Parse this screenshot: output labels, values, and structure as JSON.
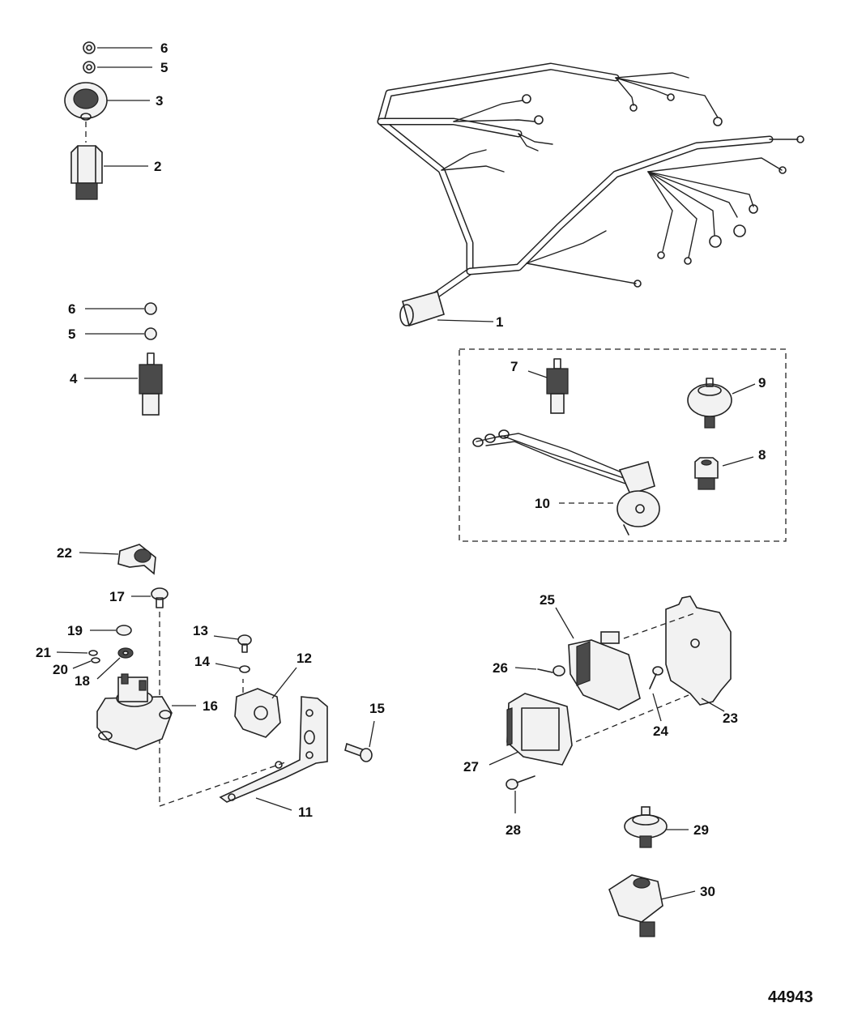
{
  "callouts": {
    "c1": "1",
    "c2": "2",
    "c3": "3",
    "c4": "4",
    "c5a": "5",
    "c5b": "5",
    "c6a": "6",
    "c6b": "6",
    "c7": "7",
    "c8": "8",
    "c9": "9",
    "c10": "10",
    "c11": "11",
    "c12": "12",
    "c13": "13",
    "c14": "14",
    "c15": "15",
    "c16": "16",
    "c17": "17",
    "c18": "18",
    "c19": "19",
    "c20": "20",
    "c21": "21",
    "c22": "22",
    "c23": "23",
    "c24": "24",
    "c25": "25",
    "c26": "26",
    "c27": "27",
    "c28": "28",
    "c29": "29",
    "c30": "30"
  },
  "reference_number": "44943"
}
